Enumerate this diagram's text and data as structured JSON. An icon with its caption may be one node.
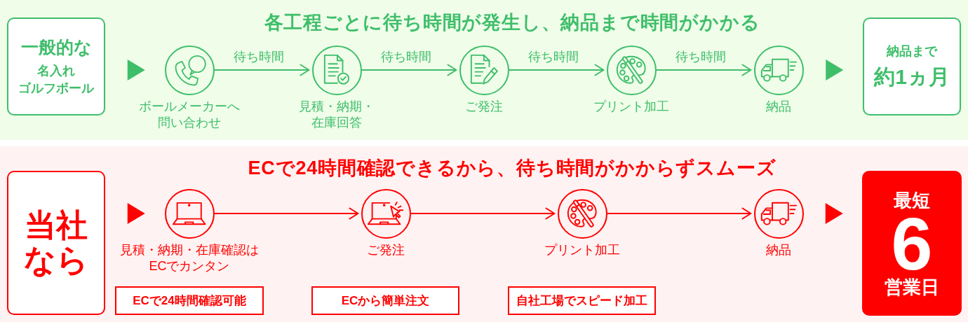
{
  "diagram": {
    "nodes": [
      {
        "text": [
          "各工程ごとに待ち時間が発生し、納品まで時間がかかる"
        ]
      },
      {
        "text": [
          "一般的な",
          "名入れゴルフボール"
        ],
        "in": 0
      },
      {
        "text": [],
        "shape": "circle",
        "beside": [
          "ボールメーカーへ問い合わせ"
        ],
        "in": 0
      },
      {
        "text": [],
        "shape": "circle",
        "beside": [
          "見積・納期・在庫回答"
        ],
        "in": 0
      },
      {
        "text": [],
        "shape": "circle",
        "beside": [
          "ご発注"
        ],
        "in": 0
      },
      {
        "text": [],
        "shape": "circle",
        "beside": [
          "プリント加工"
        ],
        "in": 0
      },
      {
        "text": [],
        "shape": "circle",
        "beside": [
          "納品"
        ],
        "in": 0
      },
      {
        "text": [
          "納品まで",
          "約1ヵ月"
        ],
        "in": 0
      },
      {
        "text": [
          "ECで24時間確認できるから、待ち時間がかからずスムーズ"
        ]
      },
      {
        "text": [
          "当社なら"
        ],
        "in": 8
      },
      {
        "text": [],
        "shape": "circle",
        "beside": [
          "見積・納期・在庫確認はECでカンタン"
        ],
        "in": 8
      },
      {
        "text": [],
        "shape": "circle",
        "beside": [
          "ご発注"
        ],
        "in": 8
      },
      {
        "text": [],
        "shape": "circle",
        "beside": [
          "プリント加工"
        ],
        "in": 8
      },
      {
        "text": [],
        "shape": "circle",
        "beside": [
          "納品"
        ],
        "in": 8
      },
      {
        "text": [
          "最短",
          "6",
          "営業日"
        ],
        "in": 8
      },
      {
        "text": [
          "ECで24時間確認可能"
        ],
        "in": 8
      },
      {
        "text": [
          "ECから簡単注文"
        ],
        "in": 8
      },
      {
        "text": [
          "自社工場でスピード加工"
        ],
        "in": 8
      }
    ],
    "edges": [
      {
        "from": 1,
        "to": 2,
        "arrow": "to"
      },
      {
        "from": 2,
        "to": 3,
        "arrow": "to",
        "label": "待ち時間"
      },
      {
        "from": 3,
        "to": 4,
        "arrow": "to",
        "label": "待ち時間"
      },
      {
        "from": 4,
        "to": 5,
        "arrow": "to",
        "label": "待ち時間"
      },
      {
        "from": 5,
        "to": 6,
        "arrow": "to",
        "label": "待ち時間"
      },
      {
        "from": 6,
        "to": 7,
        "arrow": "to"
      },
      {
        "from": 9,
        "to": 10,
        "arrow": "to",
        "color": "#ff0000"
      },
      {
        "from": 10,
        "to": 11,
        "arrow": "to",
        "color": "#ff0000"
      },
      {
        "from": 11,
        "to": 12,
        "arrow": "to",
        "color": "#ff0000"
      },
      {
        "from": 12,
        "to": 13,
        "arrow": "to",
        "color": "#ff0000"
      },
      {
        "from": 13,
        "to": 14,
        "arrow": "to",
        "color": "#ff0000"
      }
    ]
  }
}
